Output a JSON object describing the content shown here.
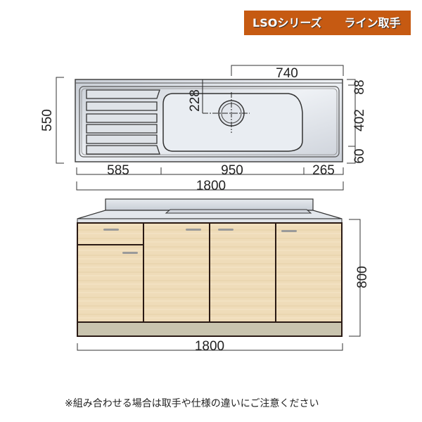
{
  "header": {
    "title": "LSOシリーズ　　ライン取手",
    "background": "#C65A12"
  },
  "top_view": {
    "label": "sink-top-view",
    "dimensions": {
      "depth": "550",
      "drain_offset_from_right": "740",
      "drain_offset_from_front_edge": "228",
      "right_margin_top": "88",
      "bowl_depth": "402",
      "bottom_margin": "60",
      "drainboard_width": "585",
      "bowl_width": "950",
      "right_end_width": "265",
      "total_width": "1800"
    }
  },
  "front_view": {
    "label": "cabinet-front-view",
    "dimensions": {
      "height": "800",
      "total_width": "1800"
    },
    "colors": {
      "wood": "#EEDBB8",
      "plinth": "#C9C4AE",
      "outline": "#2a1a14",
      "counter": "#D9DEE4"
    }
  },
  "footer": {
    "note": "※組み合わせる場合は取手や仕様の違いにご注意ください"
  }
}
